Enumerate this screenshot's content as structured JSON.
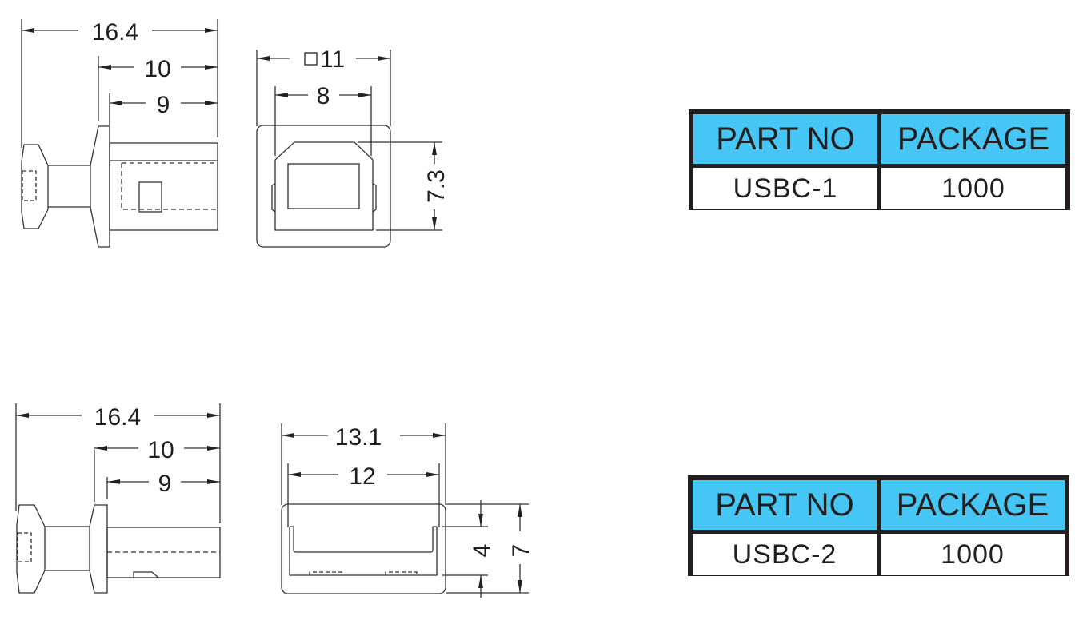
{
  "colors": {
    "header_bg": "#45C6F4",
    "border": "#231F20",
    "line": "#333333"
  },
  "drawing_1": {
    "side_view": {
      "overall_length": "16.4",
      "body_length": "10",
      "plug_length": "9"
    },
    "front_view": {
      "square_size": "□11",
      "plug_width": "8",
      "plug_height": "7.3"
    }
  },
  "drawing_2": {
    "side_view": {
      "overall_length": "16.4",
      "body_length": "10",
      "plug_length": "9"
    },
    "front_view": {
      "outer_width": "13.1",
      "inner_width": "12",
      "inner_height": "4",
      "outer_height": "7"
    }
  },
  "tables": [
    {
      "headers": [
        "PART NO",
        "PACKAGE"
      ],
      "row": [
        "USBC-1",
        "1000"
      ]
    },
    {
      "headers": [
        "PART NO",
        "PACKAGE"
      ],
      "row": [
        "USBC-2",
        "1000"
      ]
    }
  ]
}
